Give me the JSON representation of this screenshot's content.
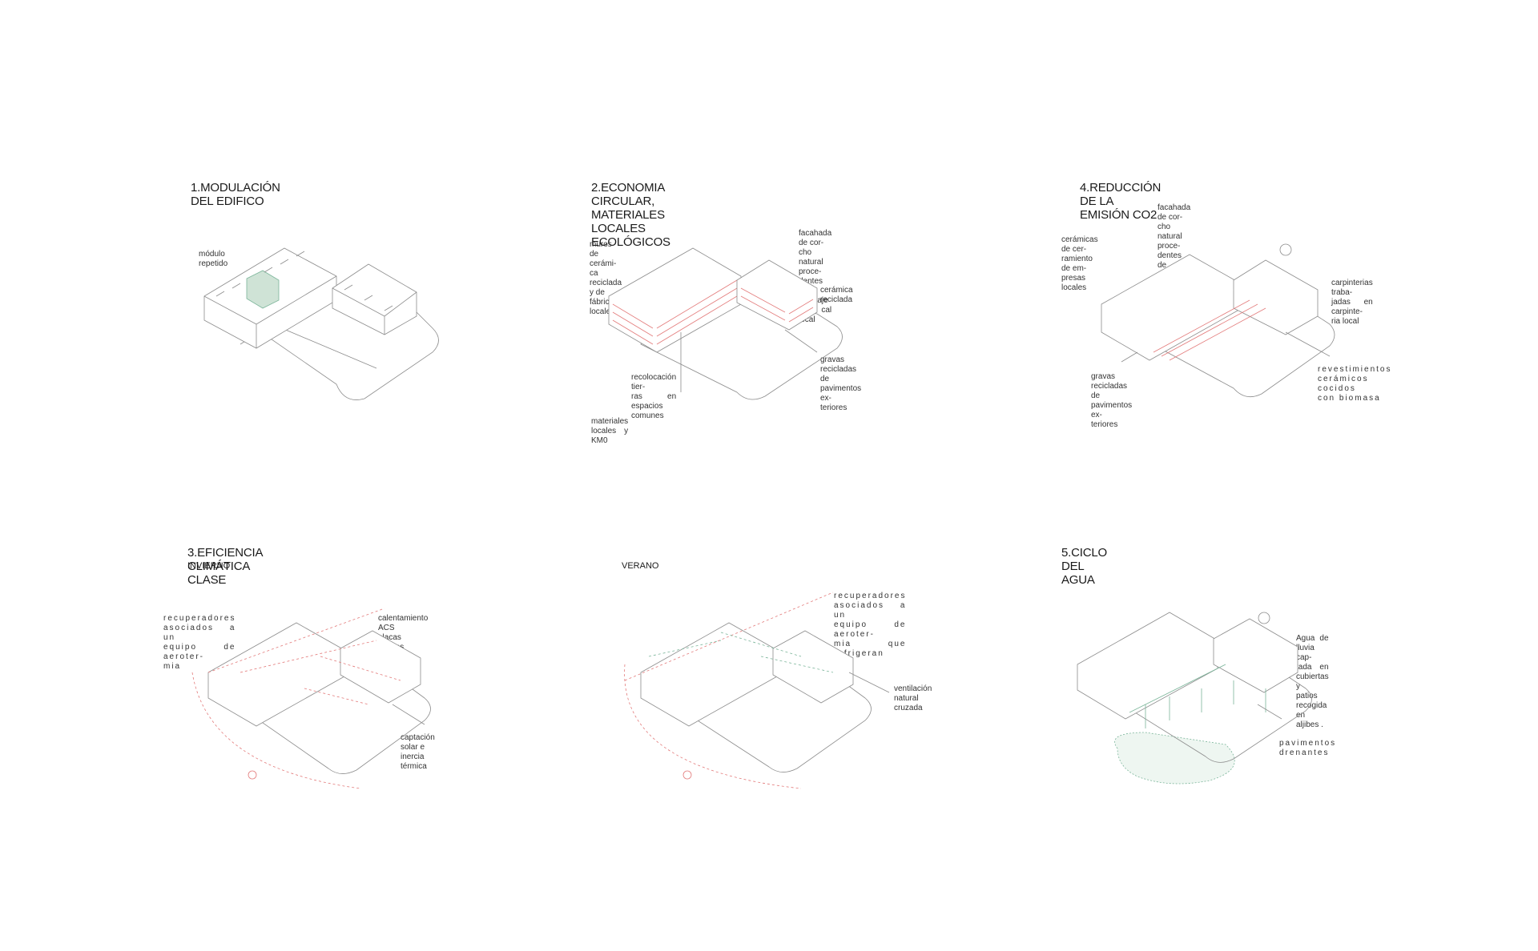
{
  "panels": {
    "p1": {
      "title": "1.MODULACIÓN DEL EDIFICO",
      "notes": {
        "modulo": "módulo repetido"
      }
    },
    "p2": {
      "title": "2.ECONOMIA CIRCULAR,\nMATERIALES LOCALES ECOLÓGICOS",
      "notes": {
        "muros": "muros de cerámi-\nca reciclada y de\nfábricas locales",
        "facahada": "facahada de cor-\ncho natural proce-\ndentes de reciclaje\no cal local",
        "ceramica": "cerámica reciclada",
        "gravas": "gravas recicladas\nde pavimentos ex-\nteriores",
        "recolocacion": "recolocación tier-\nras en espacios\ncomunes",
        "km0": "materiales locales y KM0"
      }
    },
    "p4": {
      "title": "4.REDUCCIÓN DE LA EMISIÓN CO2",
      "notes": {
        "facahada": "facahada de cor-\ncho natural proce-\ndentes de reciclaje\no cal local",
        "ceramicas": "cerámicas de cer-\nramiento de em-\npresas locales",
        "carpinterias": "carpinterias traba-\njadas en carpinte-\nria local",
        "gravas": "gravas recicladas\nde pavimentos ex-\nteriores",
        "revestimientos": "revestimientos\ncerámicos cocidos\ncon biomasa"
      }
    },
    "p3": {
      "title": "3.EFICIENCIA CLIMÁTICA CLASE",
      "subtitle": "INVIERNO",
      "notes": {
        "recuperadores": "recuperadores\nasociados a un\nequipo de aeroter-\nmia",
        "calentamiento": "calentamiento ACS\nplacas solares",
        "captacion": "captación solar e\ninercia térmica"
      }
    },
    "pv": {
      "subtitle": "VERANO",
      "notes": {
        "recuperadores": "recuperadores\nasociados a un\nequipo de aeroter-\nmia que refrigeran",
        "ventilacion": "ventilación natural\ncruzada"
      }
    },
    "p5": {
      "title": "5.CICLO DEL AGUA",
      "notes": {
        "agua": "Agua de lluvia cap-\ntada en cubiertas y\npatios recogida en\naljibes .",
        "pavimentos": "pavimentos\ndrenantes"
      }
    }
  },
  "colors": {
    "line": "#8c8c8c",
    "red": "#e37a7a",
    "green": "#7bb59a",
    "module": "#cfe3d6"
  }
}
